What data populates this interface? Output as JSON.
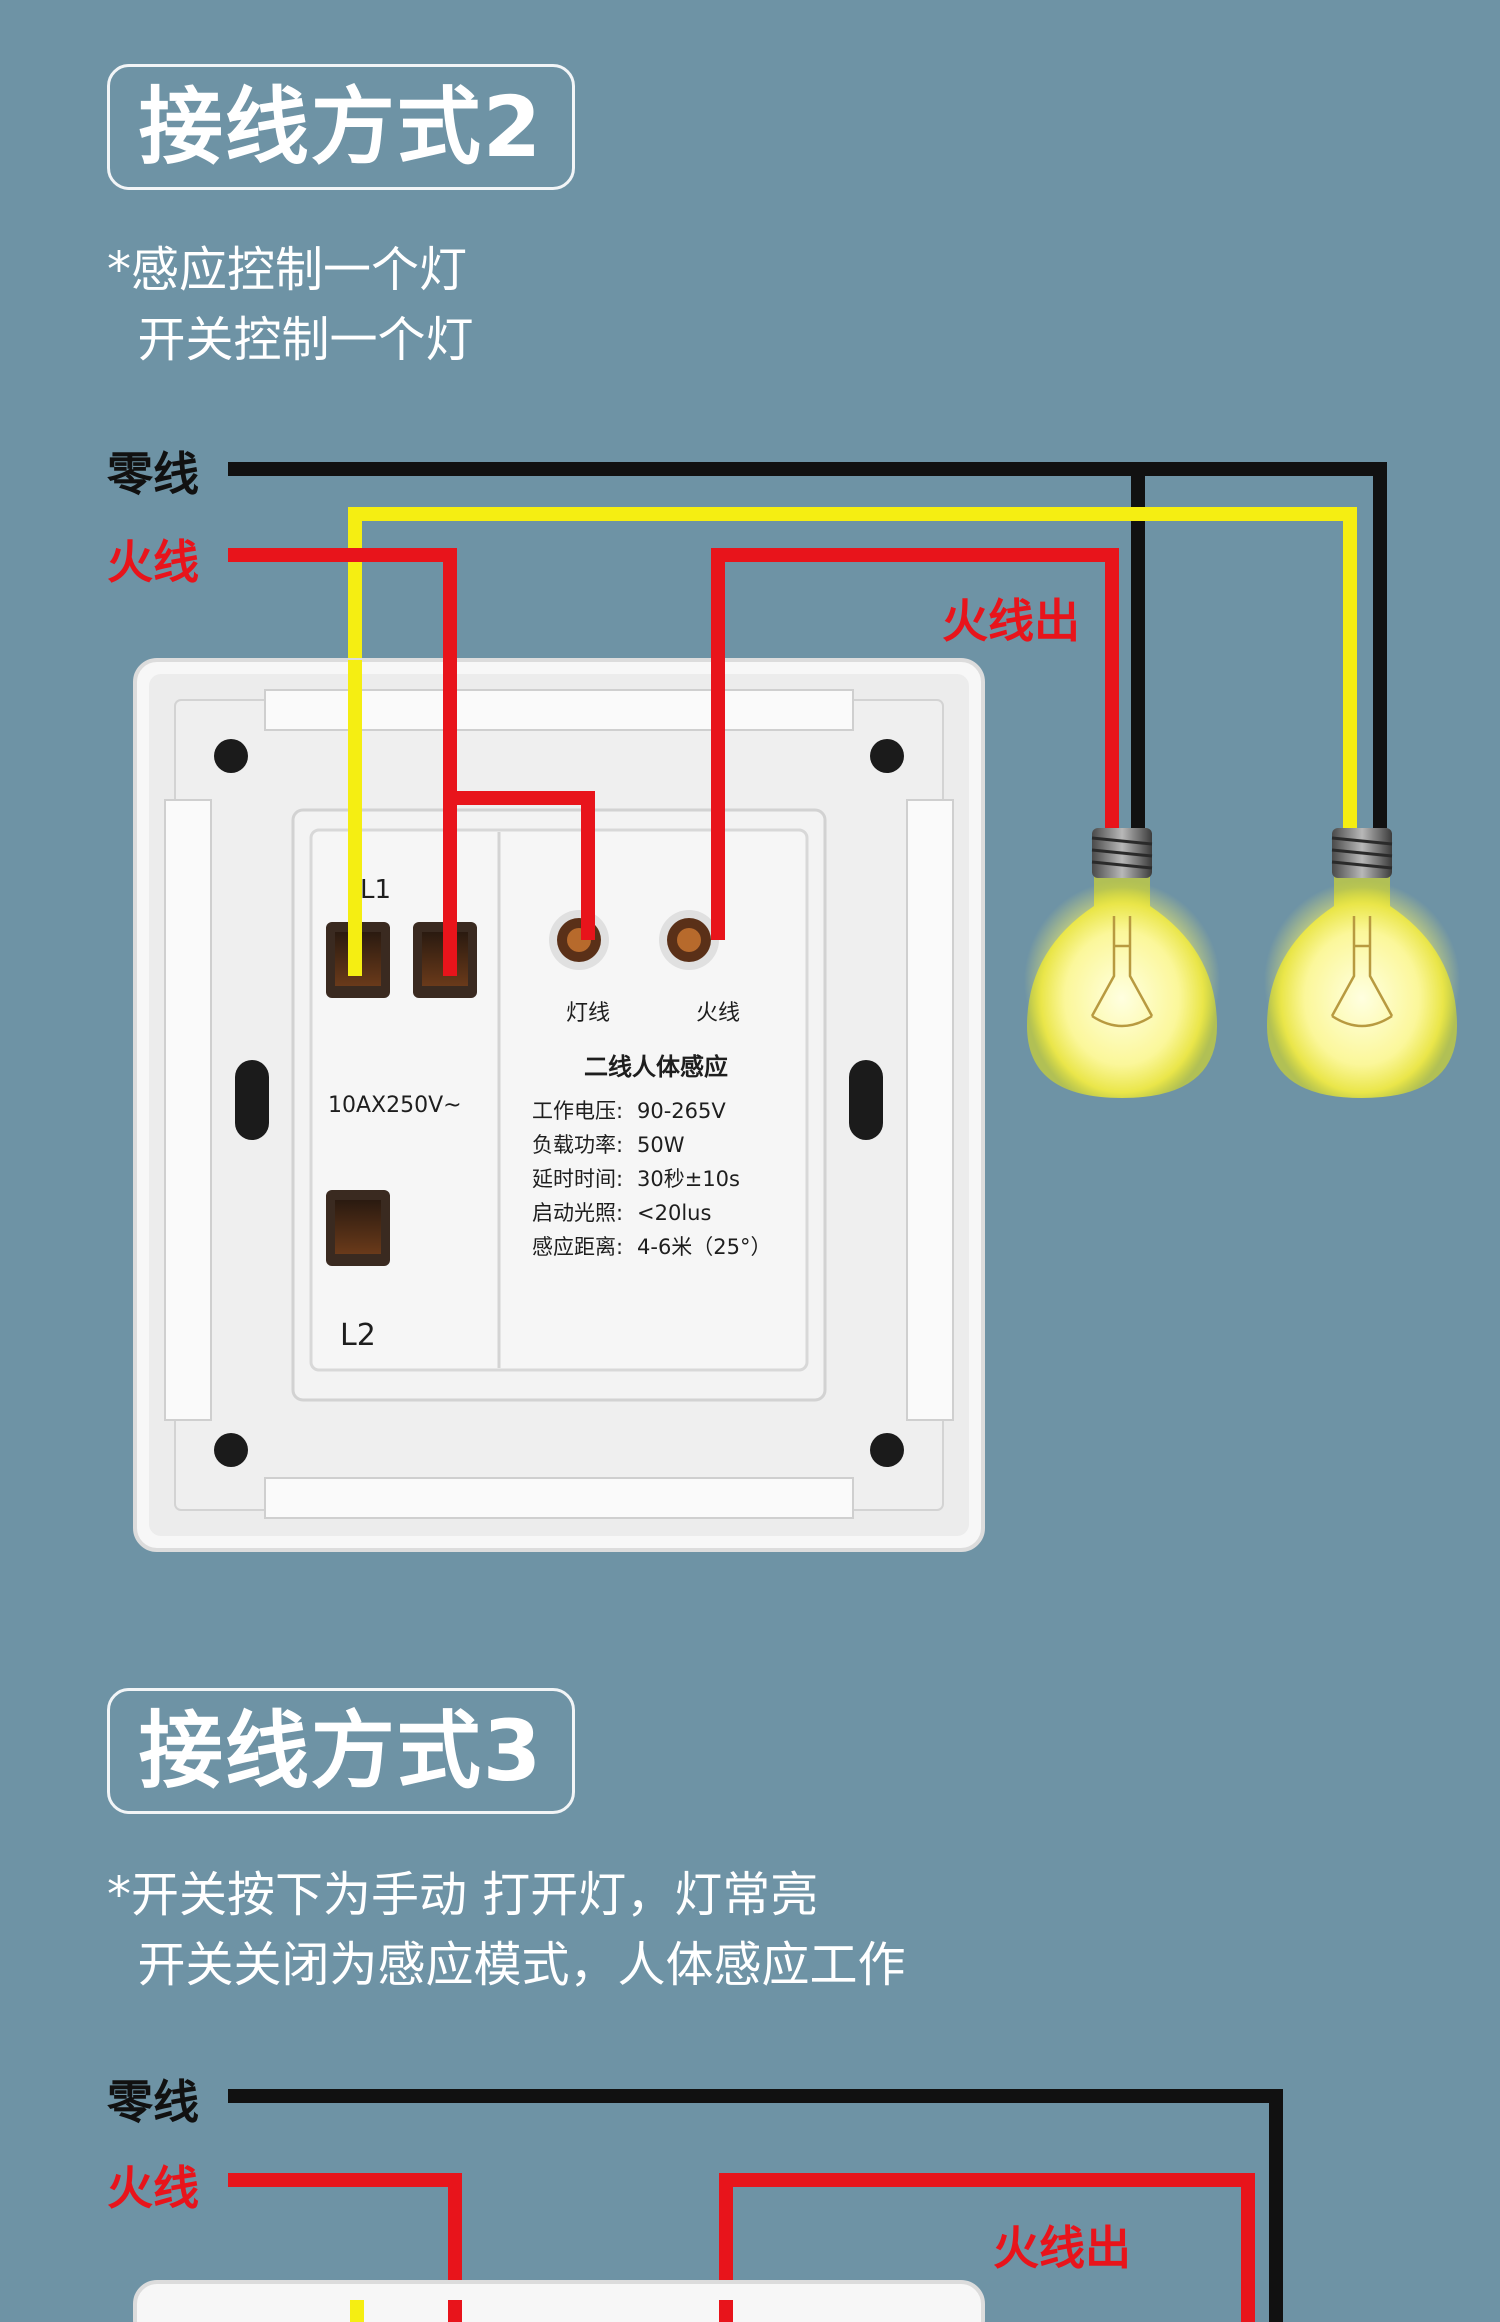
{
  "sections": [
    {
      "title": "接线方式2",
      "desc_line1": "*感应控制一个灯",
      "desc_line2": "  开关控制一个灯",
      "neutral_label": "零线",
      "live_label": "火线",
      "live_out_label": "火线出"
    },
    {
      "title": "接线方式3",
      "desc_line1": "*开关按下为手动 打开灯，灯常亮",
      "desc_line2": "  开关关闭为感应模式，人体感应工作",
      "neutral_label": "零线",
      "live_label": "火线",
      "live_out_label": "火线出"
    }
  ],
  "panel": {
    "terminal_top": "L1",
    "terminal_bottom": "L2",
    "rating": "10AX250V~",
    "lamp_terminal": "灯线",
    "live_terminal": "火线",
    "spec_title": "二线人体感应",
    "specs": [
      {
        "label": "工作电压:",
        "value": "90-265V"
      },
      {
        "label": "负载功率:",
        "value": "50W"
      },
      {
        "label": "延时时间:",
        "value": "30秒±10s"
      },
      {
        "label": "启动光照:",
        "value": "<20lus"
      },
      {
        "label": "感应距离:",
        "value": "4-6米（25°）"
      }
    ]
  },
  "colors": {
    "background": "#6e93a5",
    "neutral_wire": "#111111",
    "live_wire": "#e8141b",
    "switch_wire": "#f5ee12",
    "label_red": "#e8141b"
  }
}
